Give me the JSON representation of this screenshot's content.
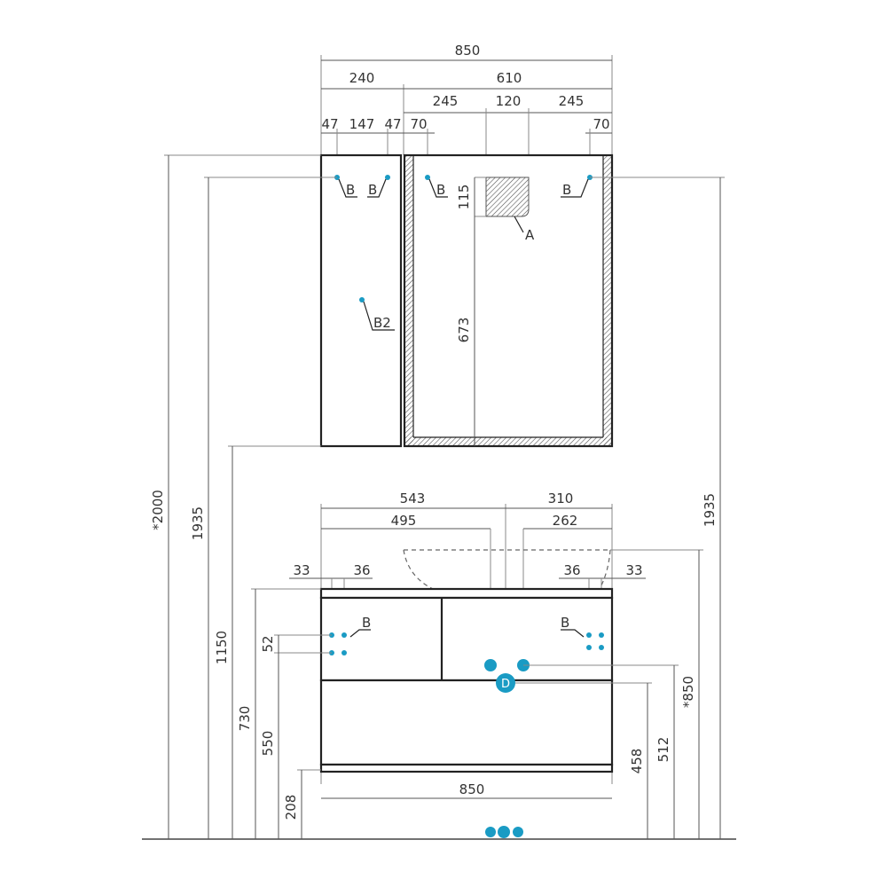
{
  "colors": {
    "accent": "#1a9bc4",
    "line": "#222222"
  },
  "top_dims": {
    "total": "850",
    "left": "240",
    "right": "610",
    "r1": "245",
    "r2": "120",
    "r3": "245",
    "l1": "47",
    "l2": "147",
    "l3": "47",
    "m70a": "70",
    "m70b": "70"
  },
  "mirror_labels": {
    "b1": "B",
    "b2": "B",
    "b3": "B",
    "b4": "B",
    "b2_panel": "B2",
    "a": "A",
    "h115": "115",
    "h673": "673"
  },
  "vanity_dims": {
    "d543": "543",
    "d310": "310",
    "d495": "495",
    "d262": "262",
    "d33l": "33",
    "d36l": "36",
    "d36r": "36",
    "d33r": "33",
    "width": "850",
    "b_left": "B",
    "b_right": "B",
    "d_label": "D"
  },
  "left_heights": {
    "h2000": "*2000",
    "h1935": "1935",
    "h1150": "1150",
    "h730": "730",
    "h550": "550",
    "h52": "52",
    "h208": "208"
  },
  "right_heights": {
    "h1935": "1935",
    "h850": "*850",
    "h512": "512",
    "h458": "458"
  }
}
